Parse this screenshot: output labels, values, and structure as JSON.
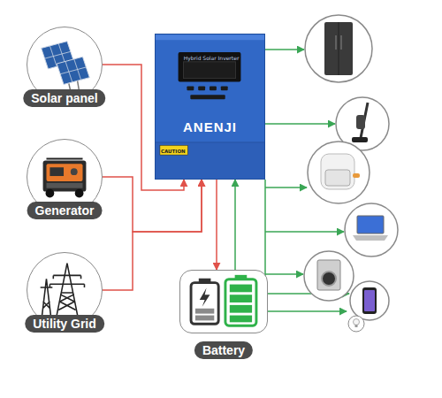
{
  "diagram": {
    "nodes": [
      {
        "text": [
          "Hybrid Solar Inverter",
          "ANENJI"
        ]
      },
      {
        "text": [
          "Solar panel"
        ]
      },
      {
        "text": [
          "Generator"
        ]
      },
      {
        "text": [
          "Utility Grid"
        ]
      },
      {
        "text": [
          "Battery"
        ]
      }
    ],
    "edges": [
      {
        "from": 1,
        "to": 0,
        "arrow": "to"
      },
      {
        "from": 2,
        "to": 0,
        "arrow": "to"
      },
      {
        "from": 3,
        "to": 0,
        "arrow": "to"
      },
      {
        "from": 0,
        "to": 4,
        "arrow": "to"
      },
      {
        "from": 4,
        "to": 0,
        "arrow": "to"
      }
    ],
    "labels": [
      "CAUTION"
    ]
  }
}
